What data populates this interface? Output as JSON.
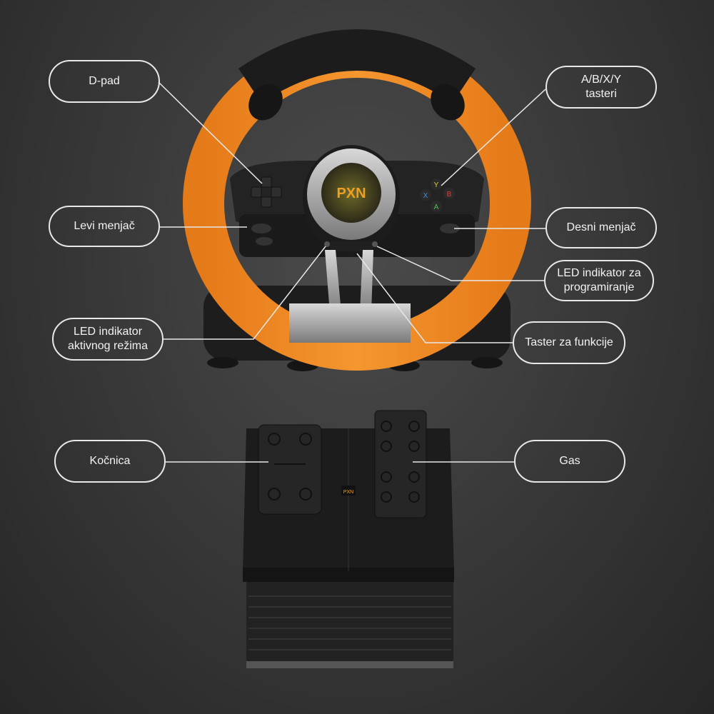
{
  "labels": {
    "dpad": "D-pad",
    "abxy_line1": "A/B/X/Y",
    "abxy_line2": "tasteri",
    "left_shifter": "Levi menjač",
    "right_shifter": "Desni menjač",
    "led_program_line1": "LED indikator za",
    "led_program_line2": "programiranje",
    "led_mode_line1": "LED indikator",
    "led_mode_line2": "aktivnog režima",
    "function_button": "Taster za funkcije",
    "brake": "Kočnica",
    "gas": "Gas"
  },
  "product": {
    "logo": "PXN",
    "buttons": [
      "Y",
      "B",
      "X",
      "A"
    ]
  },
  "colors": {
    "accent": "#f08a24",
    "body": "#1e1e1e",
    "line": "#e8e8e8"
  }
}
